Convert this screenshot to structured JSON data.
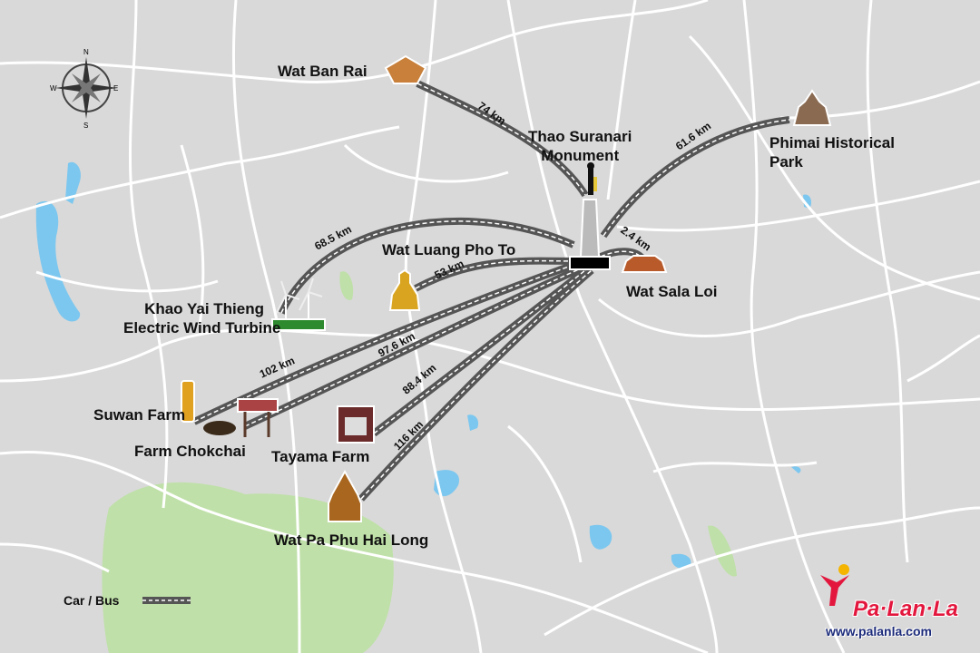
{
  "hub": {
    "name_line1": "Thao Suranari",
    "name_line2": "Monument"
  },
  "destinations": [
    {
      "id": "wat-ban-rai",
      "name": "Wat Ban Rai",
      "distance": "74 km"
    },
    {
      "id": "phimai",
      "name_line1": "Phimai Historical",
      "name_line2": "Park",
      "distance": "61.6 km"
    },
    {
      "id": "wind-turbine",
      "name_line1": "Khao Yai Thieng",
      "name_line2": "Electric Wind Turbine",
      "distance": "68.5 km"
    },
    {
      "id": "wat-luang-pho-to",
      "name": "Wat Luang Pho To",
      "distance": "53 km"
    },
    {
      "id": "wat-sala-loi",
      "name": "Wat Sala Loi",
      "distance": "2.4 km"
    },
    {
      "id": "suwan-farm",
      "name": "Suwan Farm",
      "distance": "102 km"
    },
    {
      "id": "farm-chokchai",
      "name": "Farm Chokchai",
      "distance": "97.6 km"
    },
    {
      "id": "tayama-farm",
      "name": "Tayama Farm",
      "distance": "88.4 km"
    },
    {
      "id": "wat-pa-phu-hai-long",
      "name": "Wat Pa Phu Hai Long",
      "distance": "116 km"
    }
  ],
  "compass": {
    "n": "N",
    "s": "S",
    "e": "E",
    "w": "W"
  },
  "legend": {
    "label": "Car / Bus"
  },
  "logo": {
    "brand": "Pa·Lan·La",
    "url": "www.palanla.com"
  },
  "colors": {
    "background": "#d9d9d9",
    "road": "#ffffff",
    "route": "#555555",
    "water": "#7cc7ef",
    "park": "#bfe0a8",
    "brand": "#e3173e"
  }
}
